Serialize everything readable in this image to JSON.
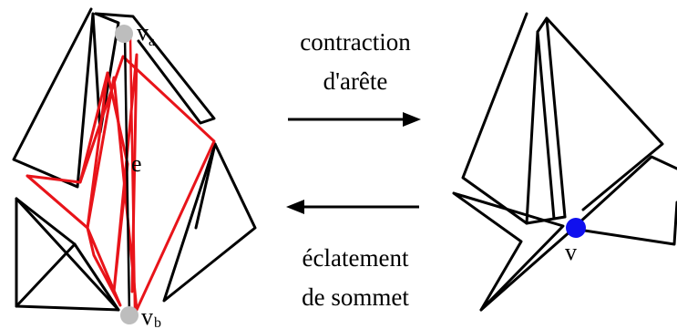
{
  "labels": {
    "va": "v",
    "va_sub": "a",
    "vb": "v",
    "vb_sub": "b",
    "e": "e",
    "v": "v",
    "forward_line1": "contraction",
    "forward_line2": "d'arête",
    "backward_line1": "éclatement",
    "backward_line2": "de sommet"
  },
  "colors": {
    "black_edges": "#000000",
    "red_edges": "#e8141a",
    "endpoint_vertices": "#bdbdbd",
    "merged_vertex": "#1010ee",
    "arrows": "#000000"
  }
}
